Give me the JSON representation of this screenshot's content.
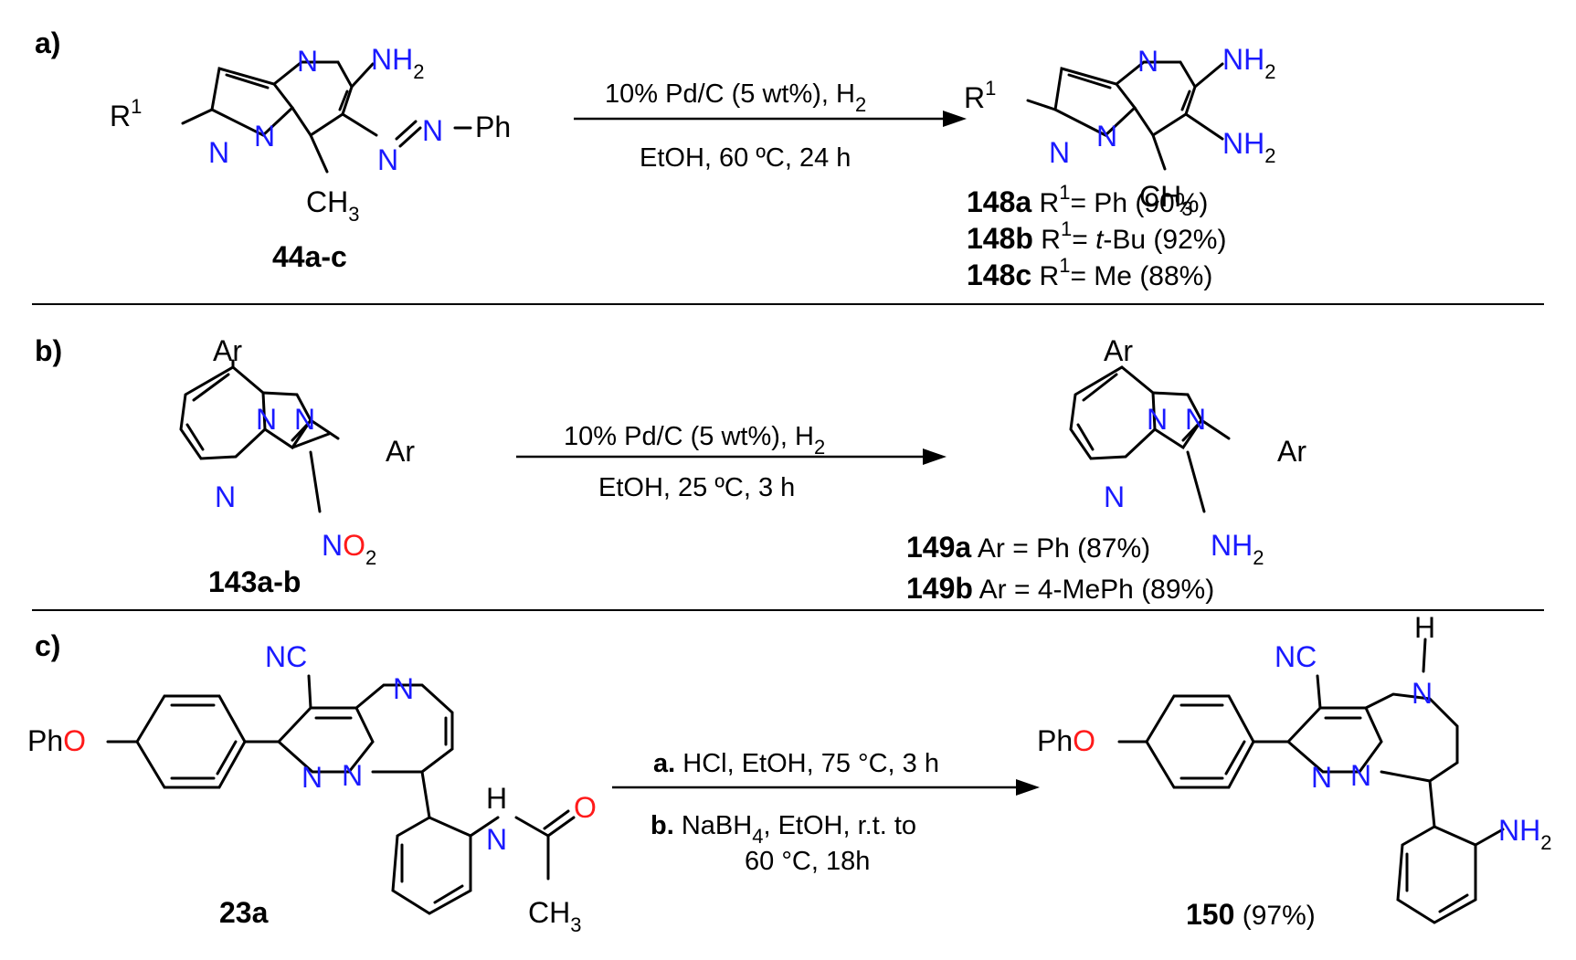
{
  "panels": {
    "a": {
      "label": "a)",
      "reactant": {
        "id": "44a-c",
        "R": "R",
        "R_sup": "1",
        "azo": "N",
        "azo_ph": "Ph",
        "NH": "NH",
        "NH_sub": "2",
        "CH": "CH",
        "CH_sub": "3"
      },
      "conditions": {
        "line1": "10% Pd/C (5 wt%), H",
        "line1_sub": "2",
        "line2": "EtOH, 60 ºC, 24 h"
      },
      "products": [
        {
          "id": "148a",
          "pre": "R",
          "sup": "1",
          "text": "= Ph (90%)"
        },
        {
          "id": "148b",
          "pre": "R",
          "sup": "1",
          "eq": "= ",
          "ital": "t",
          "text": "-Bu (92%)"
        },
        {
          "id": "148c",
          "pre": "R",
          "sup": "1",
          "text": "= Me (88%)"
        }
      ]
    },
    "b": {
      "label": "b)",
      "reactant": {
        "id": "143a-b",
        "Ar": "Ar",
        "NO": "N",
        "O": "O",
        "O_sub": "2"
      },
      "conditions": {
        "line1": "10% Pd/C (5 wt%), H",
        "line1_sub": "2",
        "line2": "EtOH, 25 ºC, 3 h"
      },
      "products": [
        {
          "id": "149a",
          "text": "Ar = Ph (87%)"
        },
        {
          "id": "149b",
          "text": "Ar = 4-MePh (89%)"
        }
      ]
    },
    "c": {
      "label": "c)",
      "reactant": {
        "id": "23a",
        "PhO_ph": "Ph",
        "PhO_o": "O",
        "NC": "NC",
        "H": "H",
        "N": "N",
        "O": "O",
        "CH": "CH",
        "CH_sub": "3"
      },
      "conditions": {
        "a_bold": "a.",
        "a_text": " HCl, EtOH, 75 °C, 3 h",
        "b_bold": "b.",
        "b_text": " NaBH",
        "b_sub": "4",
        "b_text2": ", EtOH, r.t. to",
        "b_line2": "60 °C, 18h"
      },
      "product": {
        "id": "150",
        "yield": "(97%)",
        "NH": "NH",
        "NH_sub": "2",
        "H": "H"
      }
    }
  }
}
